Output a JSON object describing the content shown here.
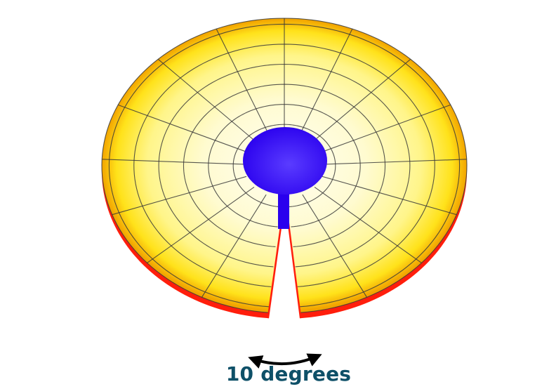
{
  "annotation": {
    "angle_label": "10 degrees"
  },
  "colors": {
    "disk_center": "#fffdf2",
    "disk_mid": "#fffbb0",
    "disk_outer": "#ffe21a",
    "disk_rim": "#f2a400",
    "edge": "#ff1e0c",
    "core": "#2a00ee",
    "core_highlight": "#5a3cff",
    "grid": "#3a3a3a",
    "label": "#0e5068",
    "arrow": "#000000"
  },
  "diagram": {
    "wedge_gap_degrees": 10,
    "grid_rings": 6,
    "grid_spokes": 32
  }
}
